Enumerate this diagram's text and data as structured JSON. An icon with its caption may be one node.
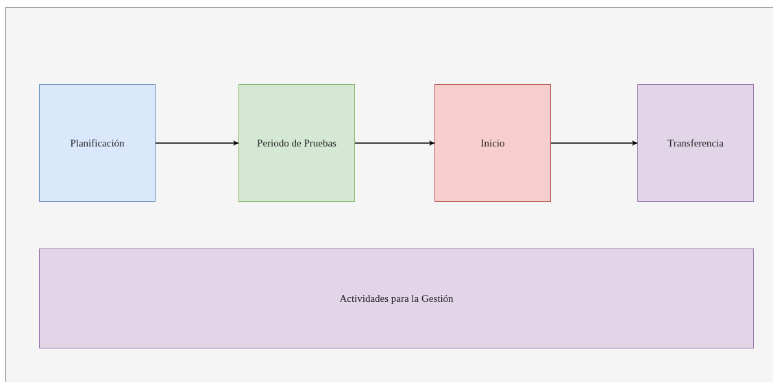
{
  "diagram": {
    "nodes": [
      {
        "text": [
          "Planificación"
        ]
      },
      {
        "text": [
          "Periodo de Pruebas"
        ]
      },
      {
        "text": [
          "Inicio"
        ]
      },
      {
        "text": [
          "Transferencia"
        ]
      },
      {
        "text": [
          "Actividades para la Gestión"
        ]
      }
    ],
    "edges": [
      {
        "from": 0,
        "to": 1,
        "arrow": "to"
      },
      {
        "from": 1,
        "to": 2,
        "arrow": "to"
      },
      {
        "from": 2,
        "to": 3,
        "arrow": "to"
      }
    ]
  }
}
